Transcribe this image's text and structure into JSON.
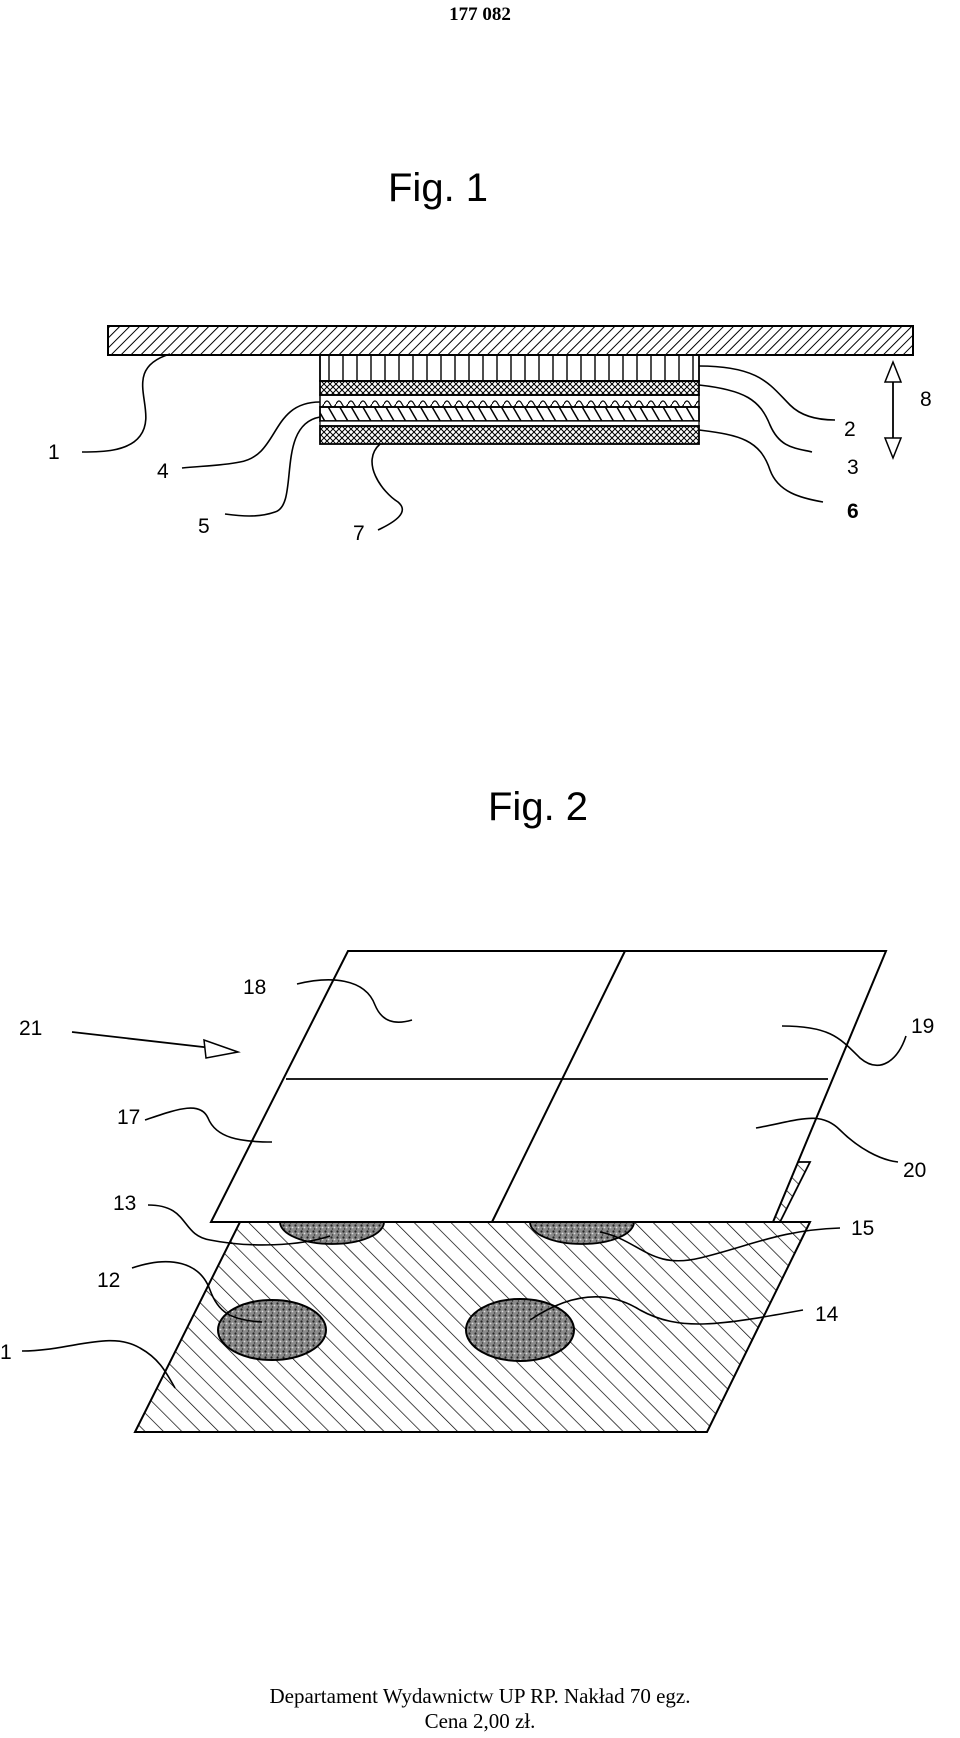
{
  "page_number": "177 082",
  "figure1": {
    "title": "Fig. 1",
    "labels": {
      "l1": "1",
      "l2": "2",
      "l3": "3",
      "l4": "4",
      "l5": "5",
      "l6": "6",
      "l7": "7",
      "l8": "8"
    }
  },
  "figure2": {
    "title": "Fig. 2",
    "labels": {
      "l1": "1",
      "l12": "12",
      "l13": "13",
      "l14": "14",
      "l15": "15",
      "l17": "17",
      "l18": "18",
      "l19": "19",
      "l20": "20",
      "l21": "21"
    }
  },
  "footer": {
    "line1": "Departament Wydawnictw UP RP. Nakład 70 egz.",
    "line2": "Cena 2,00 zł."
  }
}
